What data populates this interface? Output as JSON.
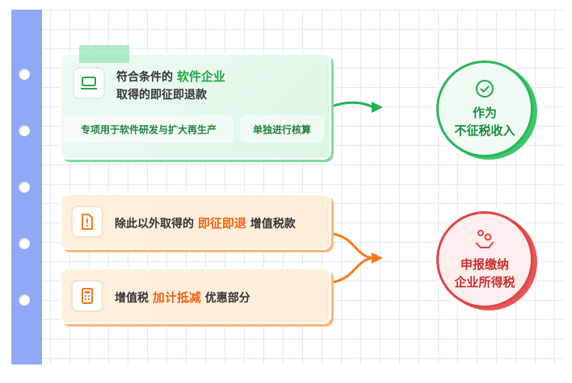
{
  "green_card": {
    "line1_prefix": "符合条件的",
    "line1_highlight": "软件企业",
    "line2": "取得的即征即退款",
    "pill1": "专项用于软件研发与扩大再生产",
    "pill2": "单独进行核算",
    "icon": "laptop-icon"
  },
  "orange_card1": {
    "prefix": "除此以外取得的",
    "highlight": "即征即退",
    "suffix": "增值税款",
    "icon": "document-alert-icon"
  },
  "orange_card2": {
    "prefix": "增值税",
    "highlight": "加计抵减",
    "suffix": "优惠部分",
    "icon": "calculator-icon"
  },
  "green_circle": {
    "line1": "作为",
    "line2": "不征税收入",
    "icon": "check-circle-icon"
  },
  "red_circle": {
    "line1": "申报缴纳",
    "line2": "企业所得税",
    "icon": "hand-coin-icon"
  },
  "colors": {
    "green": "#1fa64a",
    "orange": "#f06414",
    "red": "#e04444",
    "spine": "#8fa9f5"
  }
}
